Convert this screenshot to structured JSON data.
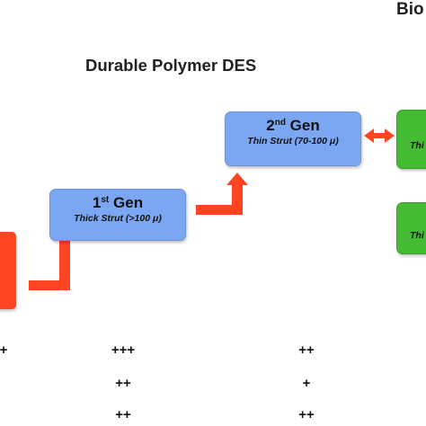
{
  "header": {
    "bio_partial": "Bio",
    "section_title": "Durable Polymer DES"
  },
  "boxes": {
    "first_gen": {
      "ordinal": "1",
      "suffix": "st",
      "word": "Gen",
      "detail": "Thick Strut (>100 μ)"
    },
    "second_gen": {
      "ordinal": "2",
      "suffix": "nd",
      "word": "Gen",
      "detail": "Thin Strut (70-100 μ)"
    },
    "green_top_partial": "Thi",
    "green_bottom_partial": "Thi"
  },
  "ratings": {
    "col0": [
      "+"
    ],
    "col1": [
      "+++",
      "++",
      "++"
    ],
    "col2": [
      "++",
      "+",
      "++"
    ]
  },
  "colors": {
    "gen_box": "#7aa6f2",
    "green_box": "#44bb33",
    "arrow": "#ff4422"
  }
}
